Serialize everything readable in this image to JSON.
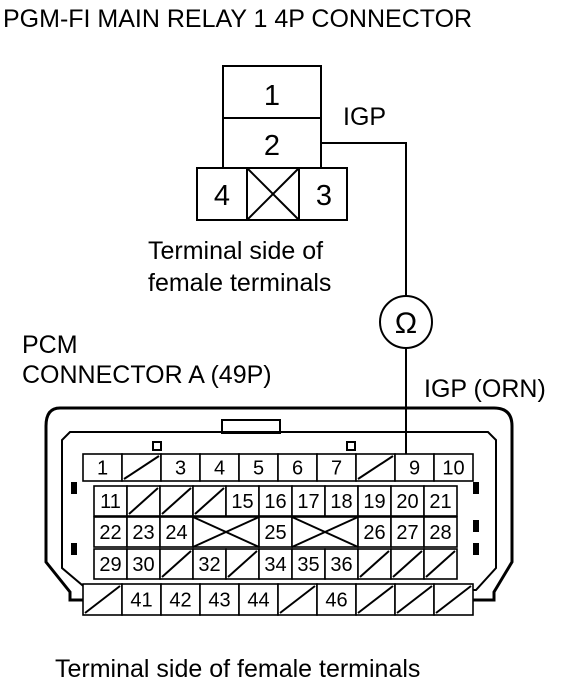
{
  "title": "PGM-FI MAIN RELAY 1 4P CONNECTOR",
  "relay_connector": {
    "terminals": [
      "1",
      "2",
      "4",
      "3"
    ],
    "caption_line1": "Terminal side of",
    "caption_line2": "female terminals"
  },
  "wire_label_top": "IGP",
  "ohmmeter_symbol": "Ω",
  "pcm": {
    "title_line1": "PCM",
    "title_line2": "CONNECTOR A (49P)",
    "wire_label": "IGP (ORN)",
    "row1": [
      "1",
      "",
      "3",
      "4",
      "5",
      "6",
      "7",
      "",
      "9",
      "10"
    ],
    "row2": [
      "11",
      "",
      "",
      "",
      "15",
      "16",
      "17",
      "18",
      "19",
      "20",
      "21"
    ],
    "row3_left": [
      "22",
      "23",
      "24"
    ],
    "row3_mid": "25",
    "row3_right": [
      "26",
      "27",
      "28"
    ],
    "row4": [
      "29",
      "30",
      "",
      "32",
      "",
      "34",
      "35",
      "36",
      "",
      "",
      ""
    ],
    "row5": [
      "",
      "41",
      "42",
      "43",
      "44",
      "",
      "46",
      "",
      "",
      ""
    ],
    "caption": "Terminal side of female terminals"
  }
}
